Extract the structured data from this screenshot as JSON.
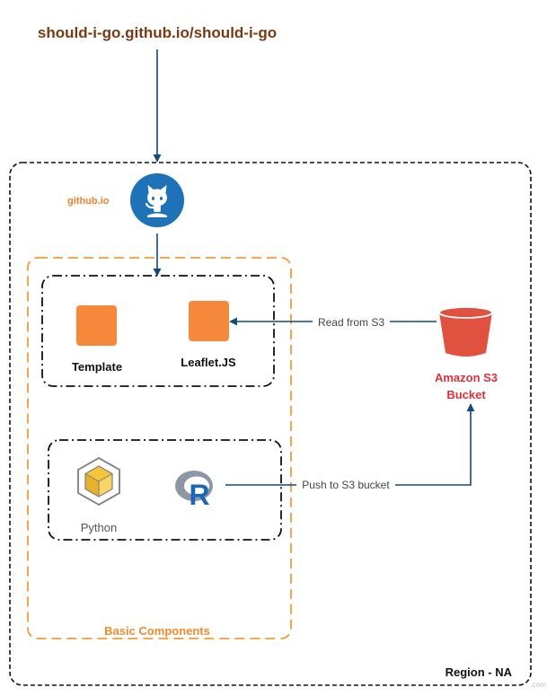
{
  "diagram": {
    "url_title": "should-i-go.github.io/should-i-go",
    "github_label": "github.io",
    "template_label": "Template",
    "leaflet_label": "Leaflet.JS",
    "python_label": "Python",
    "s3_label_line1": "Amazon S3",
    "s3_label_line2": "Bucket",
    "read_edge_label": "Read from S3",
    "push_edge_label": "Push to S3 bucket",
    "basic_group_label": "Basic Components",
    "region_label": "Region - NA",
    "corner_watermark": ".com"
  },
  "colors": {
    "url_title": "#7a3a10",
    "github_label": "#f0802a",
    "github_circle": "#1d72b8",
    "orange_square": "#f5883a",
    "arrow": "#114a7f",
    "s3_bucket": "#e0513f",
    "s3_label": "#d9303a",
    "basic_group_border": "#f29a3a",
    "basic_group_label": "#f08a2a",
    "python_cube_outline": "#7c7c7c",
    "python_cube_face": "#f5c53a",
    "r_logo_ring": "#8c96a5",
    "r_logo_letter": "#1f65b7"
  },
  "icons": {
    "github": "github-octocat-icon",
    "template": "square-block-icon",
    "leaflet": "square-block-icon",
    "python": "cube-package-icon",
    "r": "r-language-logo-icon",
    "s3": "s3-bucket-icon"
  }
}
